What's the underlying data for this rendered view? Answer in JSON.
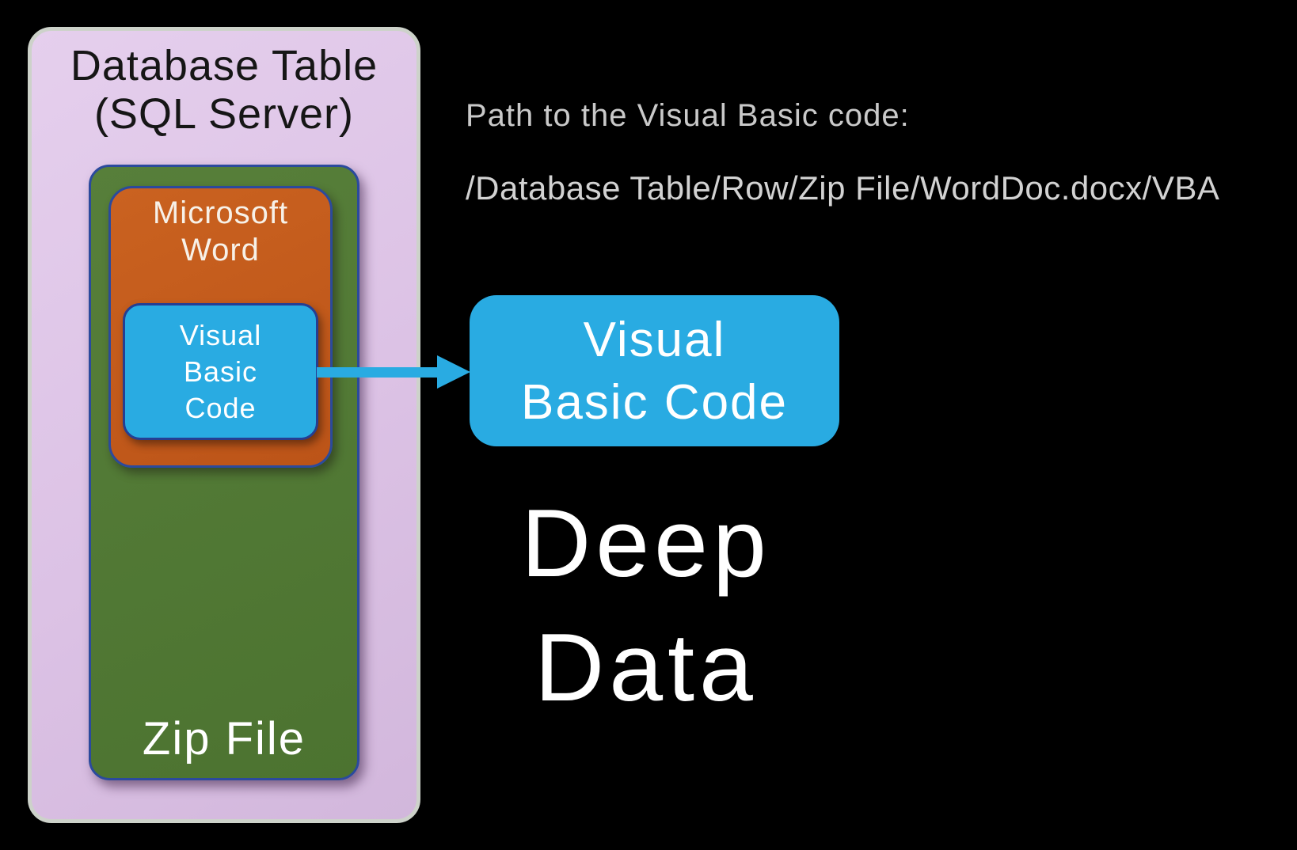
{
  "diagram": {
    "outer_box": {
      "title": [
        "Database Table",
        "(SQL Server)"
      ],
      "fill": "#dcc2e5",
      "border_color": "#cdd2ca"
    },
    "zip_box": {
      "label": "Zip File",
      "fill": "#527c36",
      "border_color": "#2b4a9d"
    },
    "word_box": {
      "label": [
        "Microsoft",
        "Word"
      ],
      "fill": "#c45c1a",
      "border_color": "#2b4a9d"
    },
    "vb_small_box": {
      "label": [
        "Visual",
        "Basic",
        "Code"
      ],
      "fill": "#29abe2",
      "border_color": "#253e92"
    },
    "arrow": {
      "direction": "right",
      "color": "#29abe2"
    },
    "vb_large_box": {
      "label": [
        "Visual",
        "Basic Code"
      ],
      "fill": "#29abe2"
    }
  },
  "annotations": {
    "path_caption": "Path to the Visual Basic code:",
    "path_value": "/Database Table/Row/Zip File/WordDoc.docx/VBA",
    "headline": [
      "Deep",
      "Data"
    ],
    "caption_color": "#c9c9c9",
    "headline_color": "#ffffff"
  },
  "canvas": {
    "background": "#000000"
  }
}
